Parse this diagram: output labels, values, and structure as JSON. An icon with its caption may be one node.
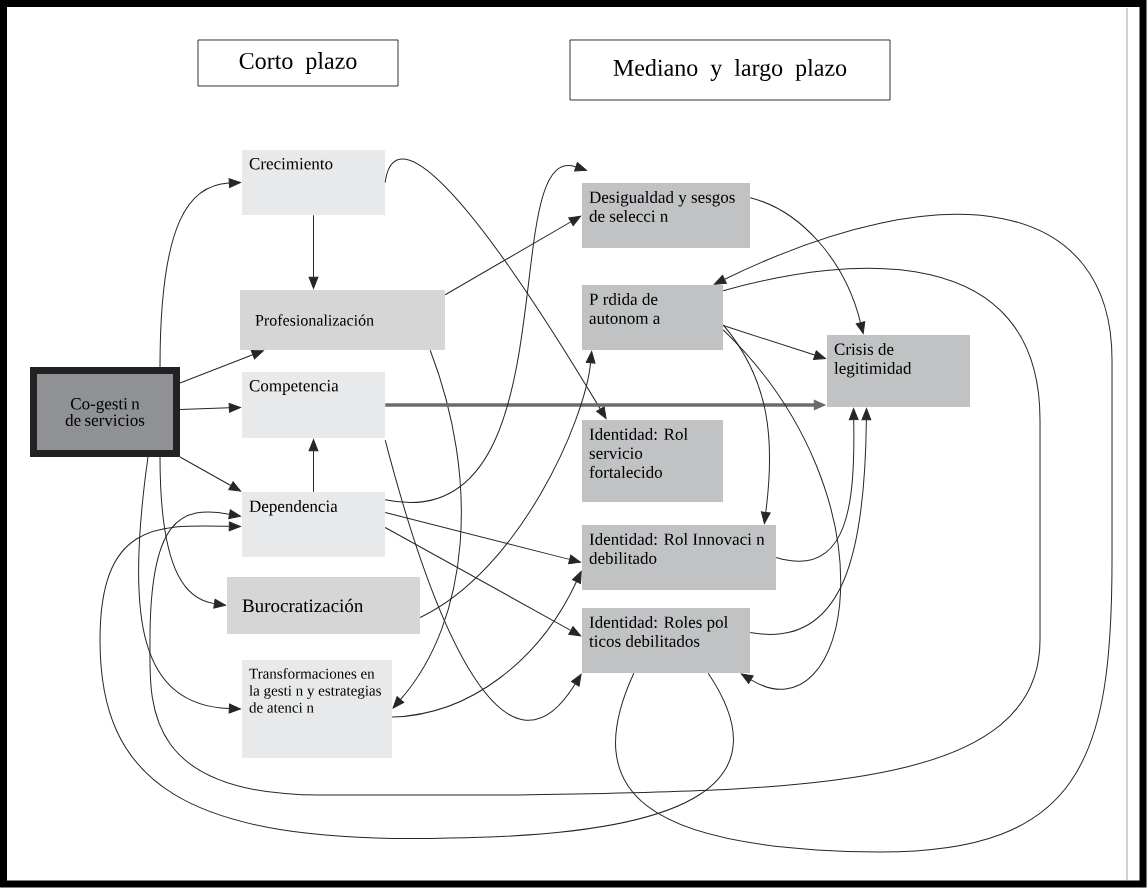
{
  "diagram": {
    "nodes": [
      {
        "text": [
          "Corto plazo"
        ]
      },
      {
        "text": [
          "Mediano y largo plazo"
        ]
      },
      {
        "text": [
          "Co-gesti n de servicios"
        ]
      },
      {
        "text": [
          "Crecimiento"
        ]
      },
      {
        "text": [
          "Profesionalización"
        ]
      },
      {
        "text": [
          "Competencia"
        ]
      },
      {
        "text": [
          "Dependencia"
        ]
      },
      {
        "text": [
          "Burocratización"
        ]
      },
      {
        "text": [
          "Transformaciones en la gesti n y estrategias de atenci n"
        ]
      },
      {
        "text": [
          "Desigualdad y sesgos de selecci n"
        ]
      },
      {
        "text": [
          "P rdida de autonom a"
        ]
      },
      {
        "text": [
          "Crisis de legitimidad"
        ]
      },
      {
        "text": [
          "Identidad: Rol servicio fortalecido"
        ]
      },
      {
        "text": [
          "Identidad: Rol Innovaci n debilitado"
        ]
      },
      {
        "text": [
          "Identidad: Roles pol ticos debilitados"
        ]
      }
    ],
    "edges": [
      {
        "from": 2,
        "to": 3,
        "arrow": "to"
      },
      {
        "from": 2,
        "to": 4,
        "arrow": "to"
      },
      {
        "from": 2,
        "to": 5,
        "arrow": "to"
      },
      {
        "from": 2,
        "to": 6,
        "arrow": "to"
      },
      {
        "from": 2,
        "to": 7,
        "arrow": "to"
      },
      {
        "from": 2,
        "to": 8,
        "arrow": "to"
      },
      {
        "from": 3,
        "to": 4,
        "arrow": "to"
      },
      {
        "from": 6,
        "to": 5,
        "arrow": "to"
      },
      {
        "from": 3,
        "to": 12,
        "arrow": "to"
      },
      {
        "from": 4,
        "to": 9,
        "arrow": "to"
      },
      {
        "from": 4,
        "to": 8,
        "arrow": "to"
      },
      {
        "from": 5,
        "to": 11,
        "arrow": "to",
        "style": "thick",
        "color": "#6b6b6b"
      },
      {
        "from": 5,
        "to": 14,
        "arrow": "to"
      },
      {
        "from": 6,
        "to": 9,
        "arrow": "to"
      },
      {
        "from": 6,
        "to": 13,
        "arrow": "to"
      },
      {
        "from": 6,
        "to": 14,
        "arrow": "to"
      },
      {
        "from": 7,
        "to": 10,
        "arrow": "to"
      },
      {
        "from": 8,
        "to": 13,
        "arrow": "to"
      },
      {
        "from": 9,
        "to": 11,
        "arrow": "to"
      },
      {
        "from": 10,
        "to": 11,
        "arrow": "to"
      },
      {
        "from": 10,
        "to": 13,
        "arrow": "to"
      },
      {
        "from": 10,
        "to": 14,
        "arrow": "to"
      },
      {
        "from": 10,
        "to": 6,
        "arrow": "to"
      },
      {
        "from": 14,
        "to": 10,
        "arrow": "to"
      },
      {
        "from": 14,
        "to": 6,
        "arrow": "to"
      },
      {
        "from": 13,
        "to": 11,
        "arrow": "to"
      },
      {
        "from": 14,
        "to": 11,
        "arrow": "to"
      }
    ]
  }
}
